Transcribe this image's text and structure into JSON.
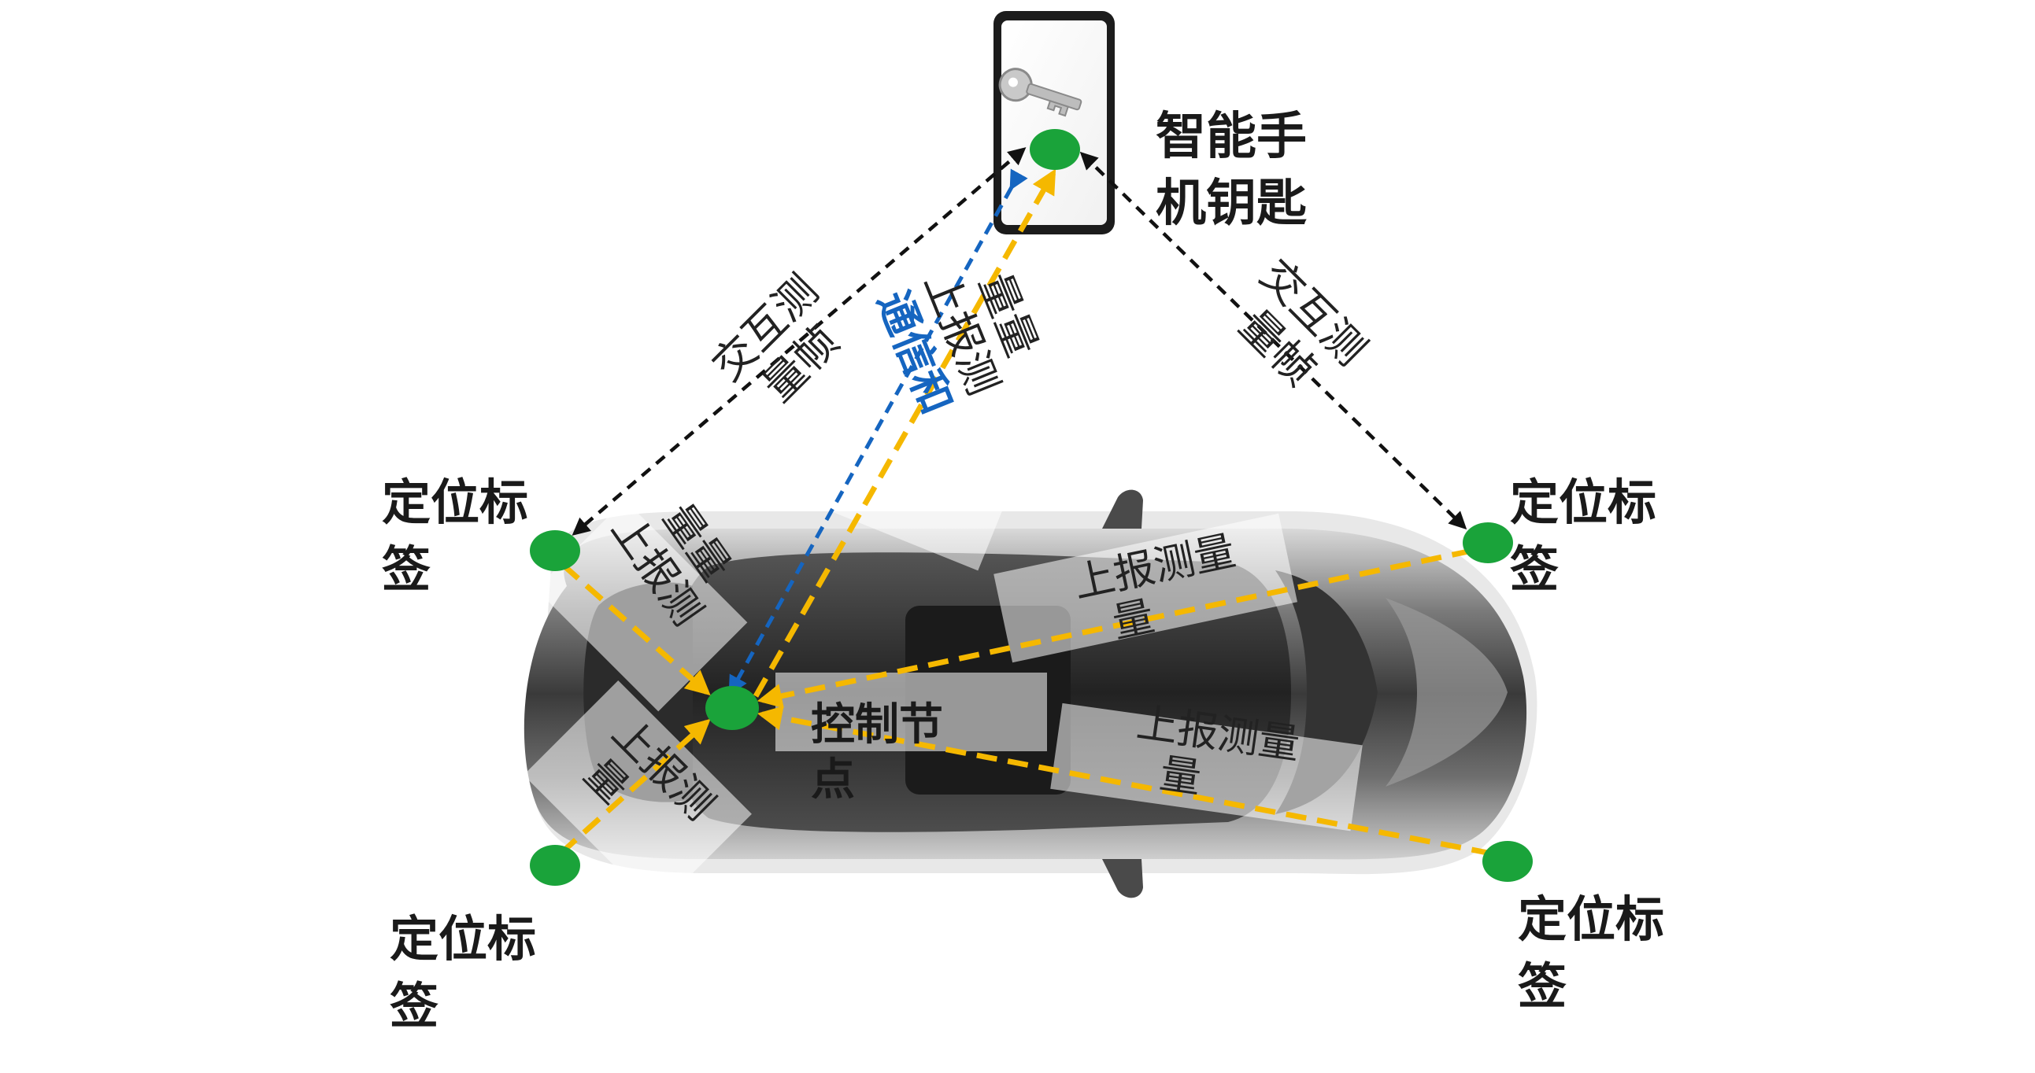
{
  "smartphone_key": {
    "line1": "智能手",
    "line2": "机钥匙",
    "icon": "key-icon"
  },
  "anchors": [
    {
      "id": "top-left",
      "line1": "定位标",
      "line2": "签"
    },
    {
      "id": "top-right",
      "line1": "定位标",
      "line2": "签"
    },
    {
      "id": "bottom-left",
      "line1": "定位标",
      "line2": "签"
    },
    {
      "id": "bottom-right",
      "line1": "定位标",
      "line2": "签"
    }
  ],
  "control_node": {
    "line1": "控制节",
    "line2": "点"
  },
  "links": {
    "interactive_left": {
      "line1": "交互测",
      "line2": "量帧"
    },
    "interactive_right": {
      "line1": "交互测",
      "line2": "量帧"
    },
    "comm_report": {
      "line1": "通信和",
      "line2": "上报测",
      "line3": "量量"
    },
    "report_tl": {
      "line1": "上报测",
      "line2": "量量"
    },
    "report_bl": {
      "line1": "上报测",
      "line2": "量"
    },
    "report_tr": {
      "line1": "上报测量",
      "line2": "量"
    },
    "report_br": {
      "line1": "上报测量",
      "line2": "量"
    }
  },
  "colors": {
    "node": "#1aa33a",
    "report_line": "#f5b800",
    "comm_line": "#1565c0",
    "interactive_line": "#111111"
  }
}
